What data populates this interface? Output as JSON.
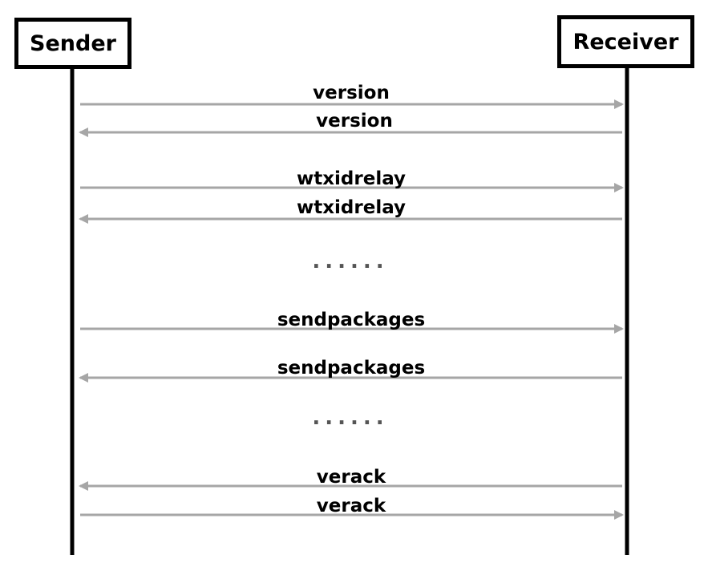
{
  "actors": {
    "sender": "Sender",
    "receiver": "Receiver"
  },
  "messages": [
    {
      "label": "version",
      "direction": "sender-to-receiver"
    },
    {
      "label": "version",
      "direction": "receiver-to-sender"
    },
    {
      "label": "wtxidrelay",
      "direction": "sender-to-receiver"
    },
    {
      "label": "wtxidrelay",
      "direction": "receiver-to-sender"
    },
    {
      "label": "sendpackages",
      "direction": "sender-to-receiver"
    },
    {
      "label": "sendpackages",
      "direction": "receiver-to-sender"
    },
    {
      "label": "verack",
      "direction": "receiver-to-sender"
    },
    {
      "label": "verack",
      "direction": "sender-to-receiver"
    }
  ],
  "ellipses": [
    "......",
    "......"
  ],
  "colors": {
    "lifeline": "#000000",
    "arrow": "#a6a6a6",
    "label": "#000000",
    "ellipsis": "#555555"
  }
}
